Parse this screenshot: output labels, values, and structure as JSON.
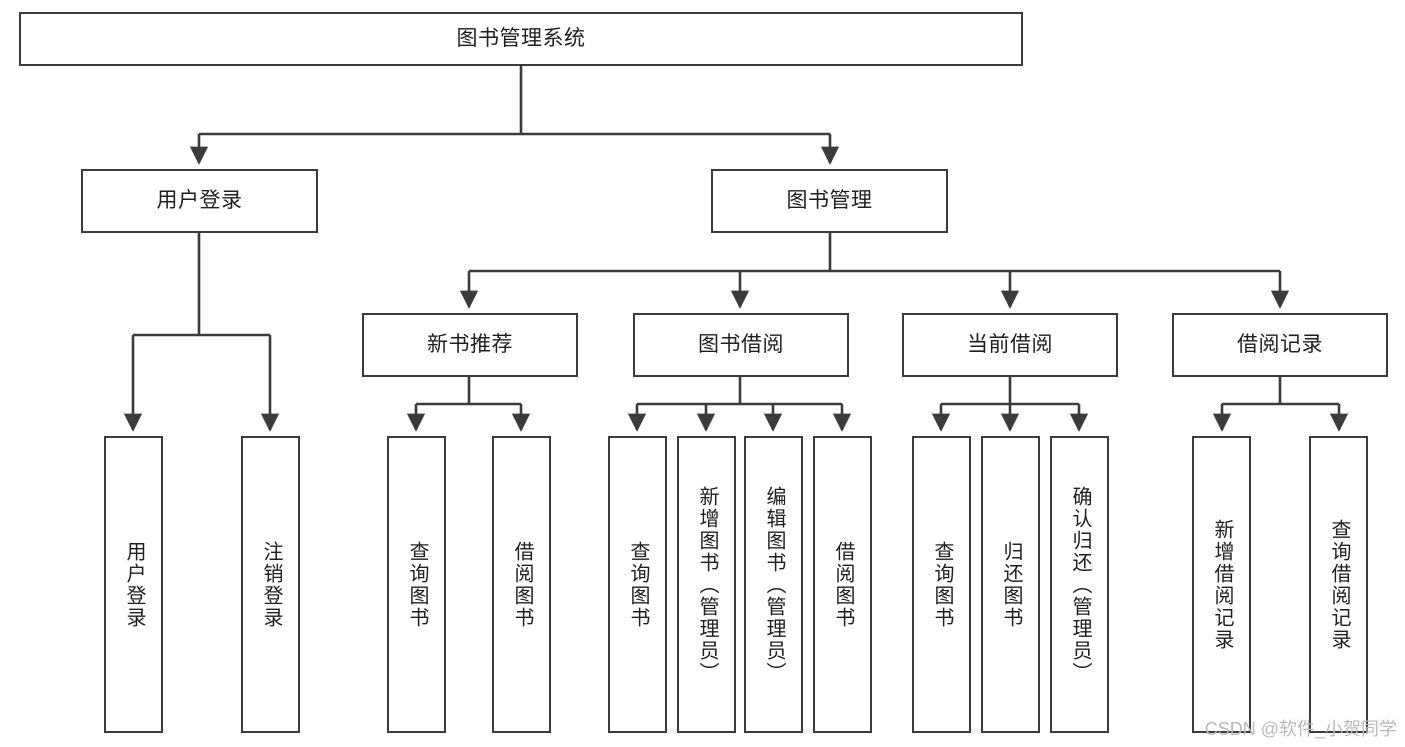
{
  "diagram": {
    "title": "图书管理系统",
    "type": "tree-hierarchy-chart",
    "colors": {
      "stroke": "#3b3b3b",
      "fill": "#ffffff",
      "text": "#1f1f1f",
      "watermark": "#b9b9b9"
    },
    "root": {
      "label": "图书管理系统"
    },
    "level2": [
      {
        "label": "用户登录"
      },
      {
        "label": "图书管理"
      }
    ],
    "level3": [
      {
        "label": "新书推荐"
      },
      {
        "label": "图书借阅"
      },
      {
        "label": "当前借阅"
      },
      {
        "label": "借阅记录"
      }
    ],
    "leaves": {
      "user_login": [
        {
          "label": "用户登录"
        },
        {
          "label": "注销登录"
        }
      ],
      "new_book_recommend": [
        {
          "label": "查询图书"
        },
        {
          "label": "借阅图书"
        }
      ],
      "book_borrow": [
        {
          "label": "查询图书"
        },
        {
          "label": "新增图书（管理员）"
        },
        {
          "label": "编辑图书（管理员）"
        },
        {
          "label": "借阅图书"
        }
      ],
      "current_borrow": [
        {
          "label": "查询图书"
        },
        {
          "label": "归还图书"
        },
        {
          "label": "确认归还（管理员）"
        }
      ],
      "borrow_record": [
        {
          "label": "新增借阅记录"
        },
        {
          "label": "查询借阅记录"
        }
      ]
    }
  },
  "watermark": {
    "text": "CSDN @软件_小贺同学"
  }
}
